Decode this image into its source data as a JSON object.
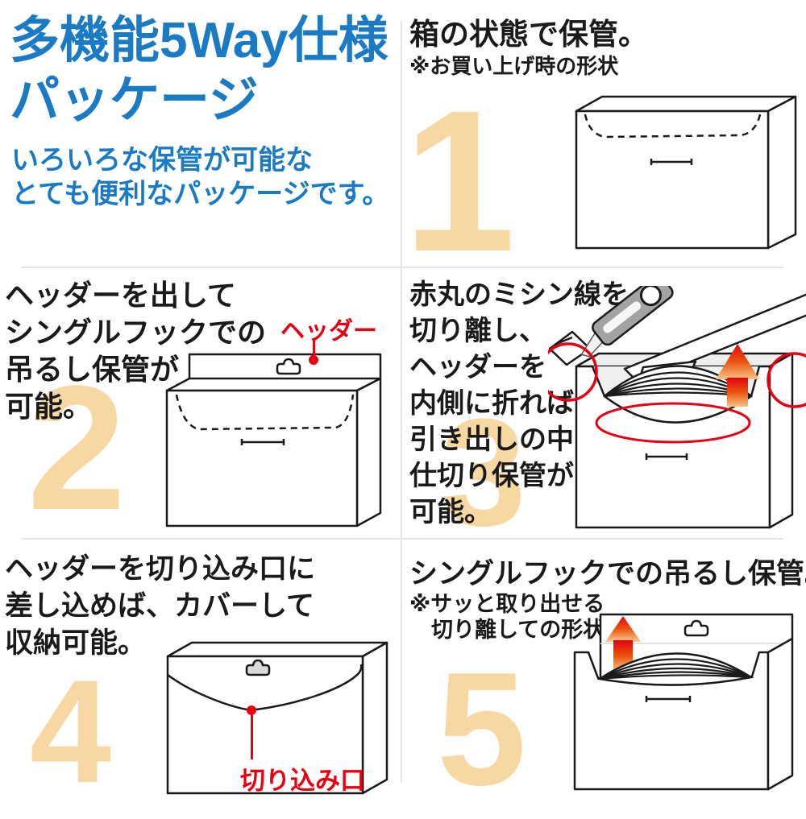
{
  "colors": {
    "accent_blue": "#1A7AC4",
    "accent_red": "#E60012",
    "number_peach": "#F8D8A2",
    "divider_gray": "#E4E4E4",
    "ink": "#1A1A1A"
  },
  "header": {
    "title_line1": "多機能5Way仕様",
    "title_line2": "パッケージ",
    "subtitle_line1": "いろいろな保管が可能な",
    "subtitle_line2": "とても便利なパッケージです。"
  },
  "sections": [
    {
      "number": "1",
      "heading": "箱の状態で保管。",
      "note": "※お買い上げ時の形状",
      "illustration": "closed-box"
    },
    {
      "number": "2",
      "line1": "ヘッダーを出して",
      "line2": "シングルフックでの",
      "line3": "吊るし保管が",
      "line4": "可能。",
      "label": "ヘッダー",
      "illustration": "box-with-header"
    },
    {
      "number": "3",
      "line1": "赤丸のミシン線を",
      "line2": "切り離し、",
      "line3": "ヘッダーを",
      "line4": "内側に折れば",
      "line5": "引き出しの中で",
      "line6": "仕切り保管が",
      "line7": "可能。",
      "illustration": "cutting-header-with-knife"
    },
    {
      "number": "4",
      "line1": "ヘッダーを切り込み口に",
      "line2": "差し込めば、カバーして",
      "line3": "収納可能。",
      "label": "切り込み口",
      "illustration": "covered-box"
    },
    {
      "number": "5",
      "heading": "シングルフックでの吊るし保管。",
      "note_line1": "※サッと取り出せる",
      "note_line2": "切り離しての形状",
      "illustration": "hanging-box"
    }
  ],
  "icons": {
    "hang_hole": "euro-slot-hang-hole",
    "cutter": "utility-knife",
    "up_arrow": "red-gradient-up-arrow",
    "red_circle": "red-highlight-circle",
    "red_dot": "red-pointer-dot",
    "perforation": "dashed-tear-line"
  }
}
